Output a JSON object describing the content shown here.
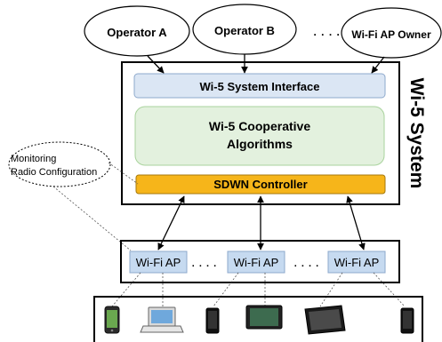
{
  "operators": [
    {
      "label": "Operator A"
    },
    {
      "label": "Operator B"
    },
    {
      "label": "Wi-Fi AP Owner"
    }
  ],
  "operator_ellipsis": ". . . . .",
  "system": {
    "title": "Wi-5 System",
    "interface_label": "Wi-5 System Interface",
    "algorithms_line1": "Wi-5 Cooperative",
    "algorithms_line2": "Algorithms",
    "controller_label": "SDWN Controller"
  },
  "monitoring": {
    "line1": "Monitoring",
    "line2": "Radio Configuration"
  },
  "access_points": [
    {
      "label": "Wi-Fi AP"
    },
    {
      "label": "Wi-Fi AP"
    },
    {
      "label": "Wi-Fi AP"
    }
  ],
  "ap_ellipsis": ". . . .",
  "devices": [
    {
      "kind": "phone-icon"
    },
    {
      "kind": "laptop-icon"
    },
    {
      "kind": "phone-icon"
    },
    {
      "kind": "tablet-icon"
    },
    {
      "kind": "tablet-icon"
    },
    {
      "kind": "phone-icon"
    }
  ],
  "colors": {
    "interface_fill": "#dbe6f4",
    "interface_stroke": "#8ea9cc",
    "algorithms_fill": "#e3f1de",
    "algorithms_stroke": "#a9d39d",
    "controller_fill": "#f6b51a",
    "controller_stroke": "#a5780c",
    "ap_fill": "#c6daf0",
    "ap_stroke": "#8ea9cc"
  }
}
